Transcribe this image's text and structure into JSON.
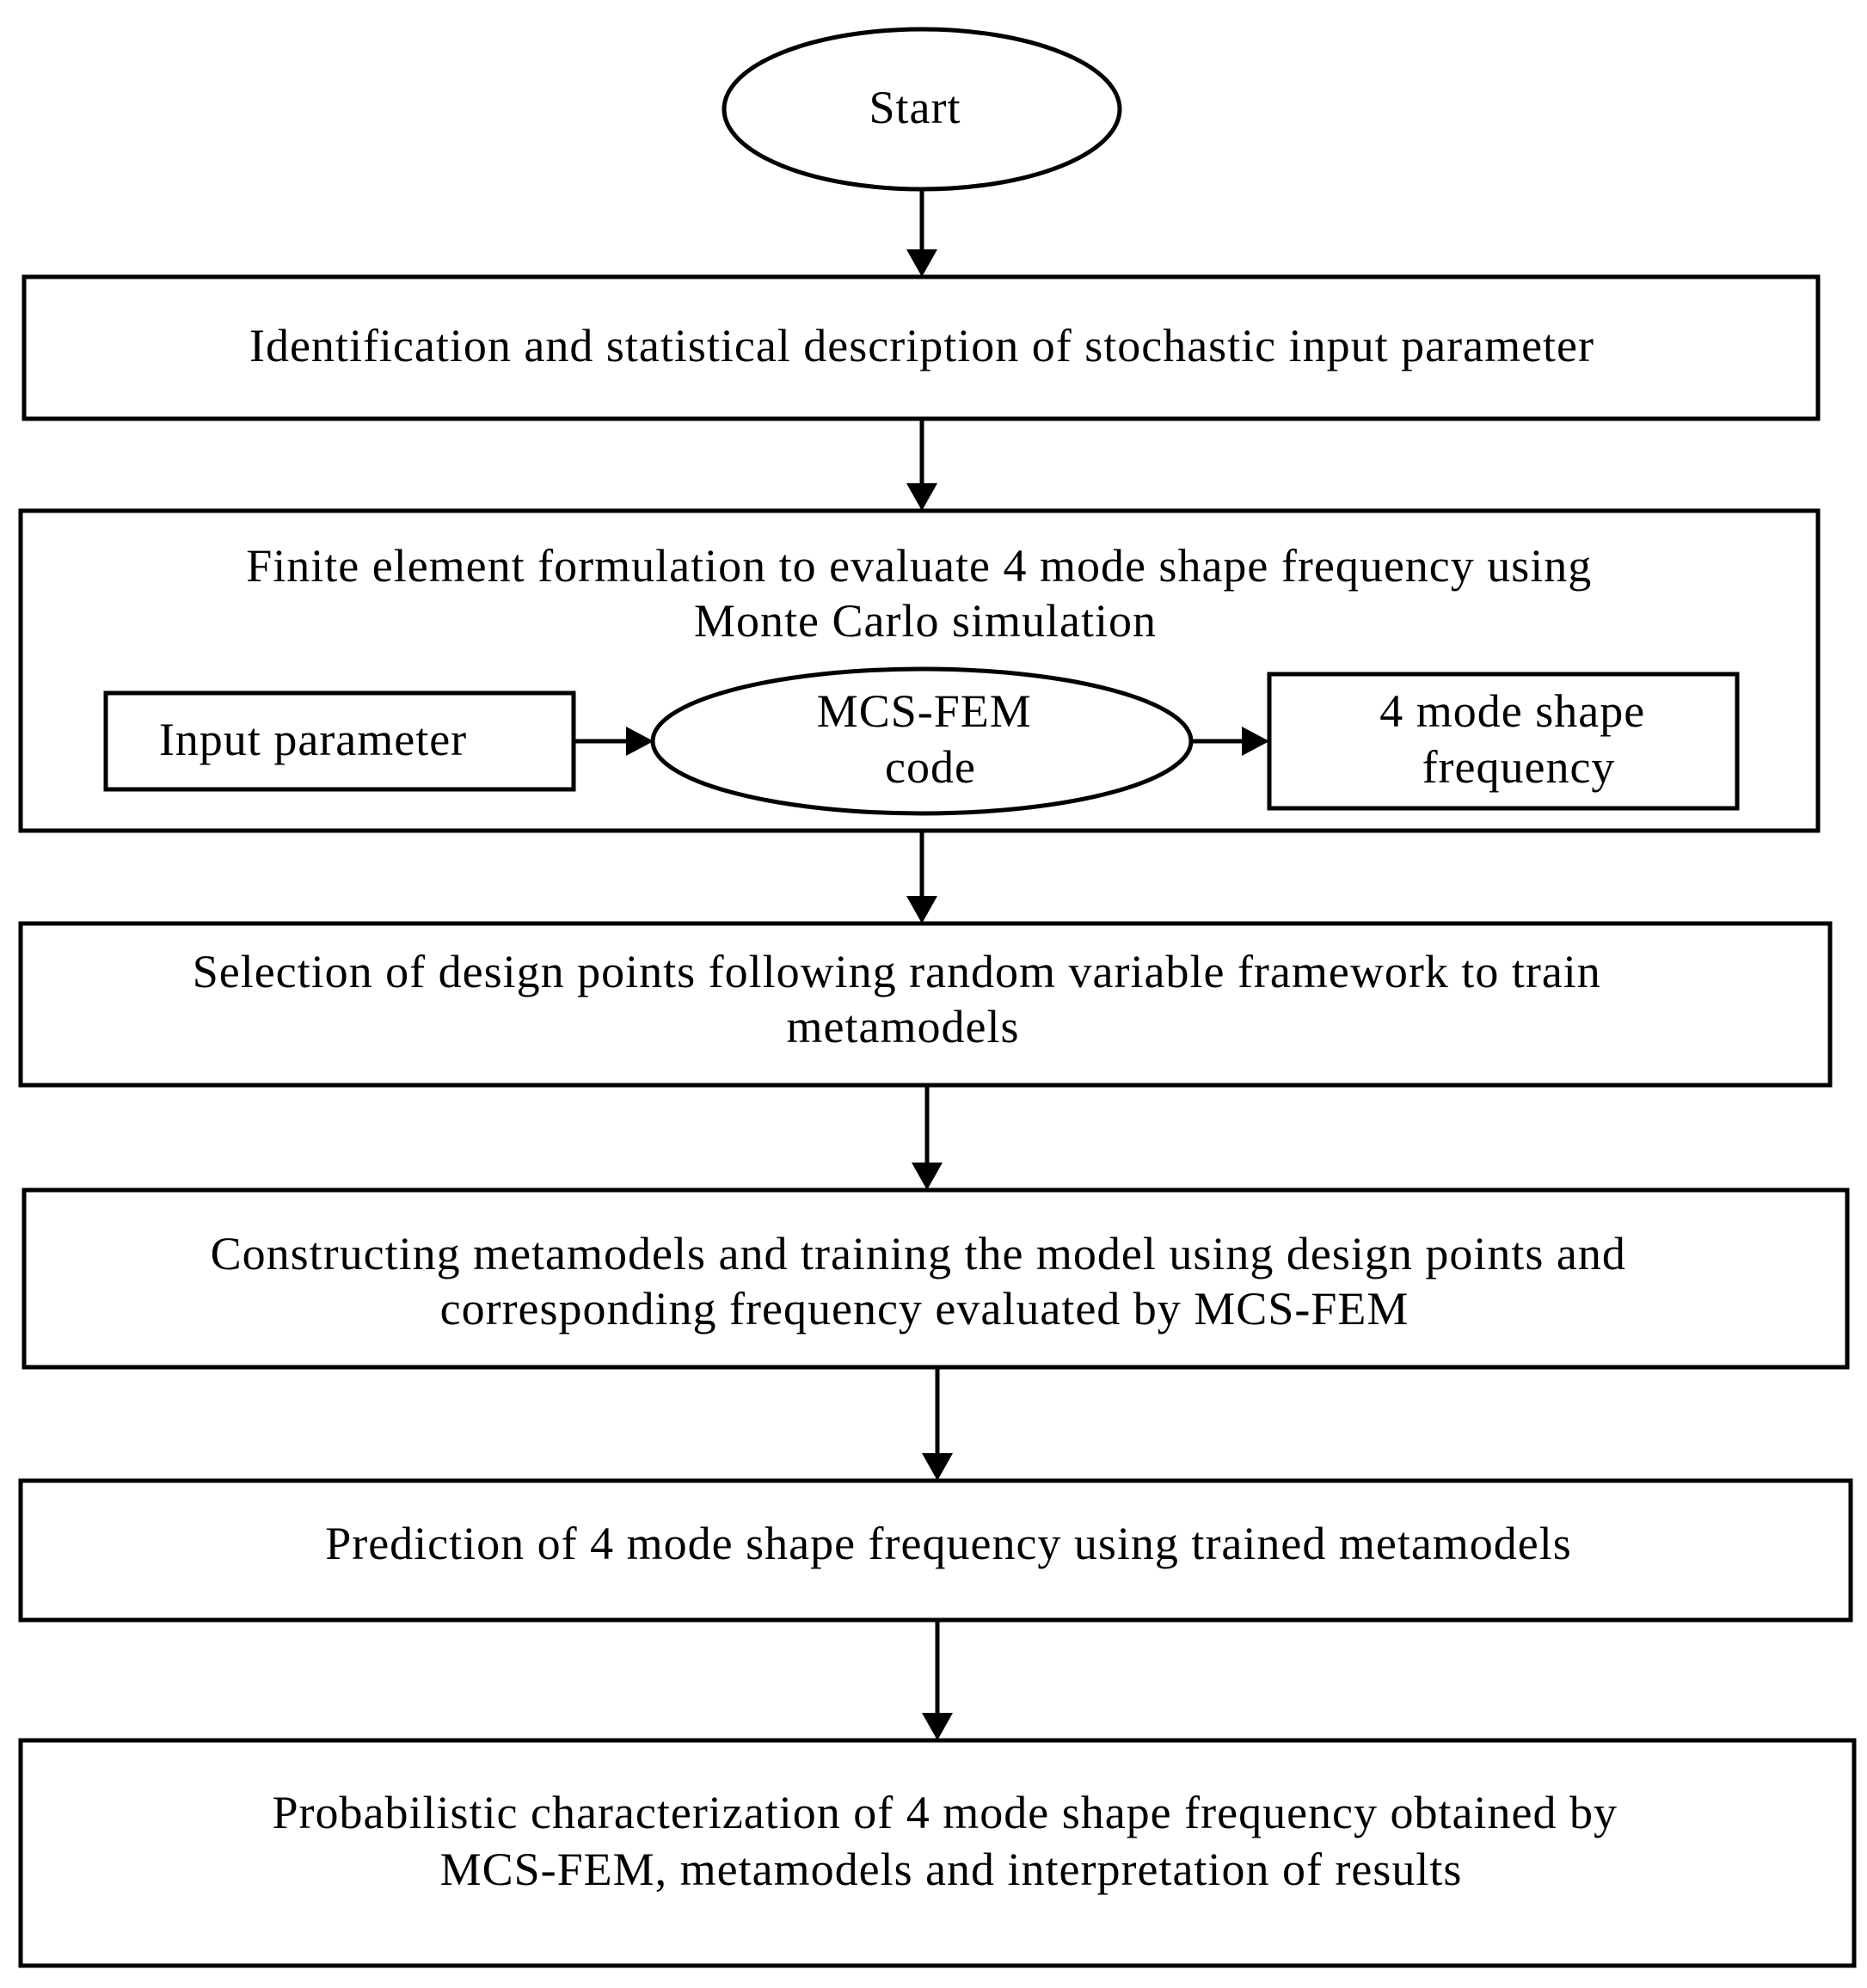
{
  "nodes": {
    "start": "Start",
    "step1": [
      "Identification and statistical description of stochastic input parameter"
    ],
    "step2": [
      "Finite element formulation to evaluate 4 mode shape frequency using",
      "Monte Carlo simulation"
    ],
    "input_box": [
      "Input parameter"
    ],
    "mcs_fem": [
      "MCS-FEM",
      "code"
    ],
    "output_box": [
      "4 mode shape",
      "frequency"
    ],
    "step3": [
      "Selection of design points following random variable framework to train",
      "metamodels"
    ],
    "step4": [
      "Constructing metamodels and training the model using design points and",
      "corresponding frequency evaluated by MCS-FEM"
    ],
    "step5": [
      "Prediction of 4 mode shape frequency using trained metamodels"
    ],
    "step6": [
      "Probabilistic characterization of 4 mode shape frequency obtained by",
      "MCS-FEM, metamodels and interpretation of results"
    ]
  },
  "colors": {
    "stroke": "#000000",
    "fill": "#ffffff",
    "text": "#000000"
  }
}
